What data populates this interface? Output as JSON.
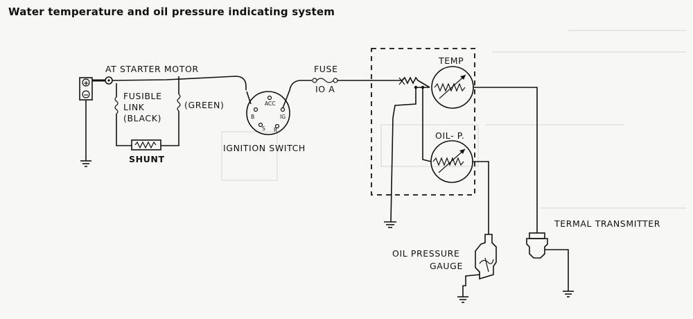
{
  "title": "Water temperature and oil pressure indicating system",
  "labels": {
    "at_starter_motor": "AT STARTER MOTOR",
    "fusible_link_1": "FUSIBLE",
    "fusible_link_2": "LINK",
    "fusible_link_3": "(BLACK)",
    "green": "(GREEN)",
    "shunt": "SHUNT",
    "fuse_1": "FUSE",
    "fuse_2": "IO A",
    "ignition_switch": "IGNITION SWITCH",
    "temp": "TEMP",
    "oil_p": "OIL- P.",
    "oil_pressure_gauge_1": "OIL PRESSURE",
    "oil_pressure_gauge_2": "GAUGE",
    "termal_transmitter": "TERMAL TRANSMITTER"
  },
  "switch_terminals": {
    "acc": "ACC",
    "b": "B",
    "ig": "IG",
    "s": "S",
    "r": "R"
  },
  "battery": {
    "plus": "+",
    "minus": "−"
  }
}
